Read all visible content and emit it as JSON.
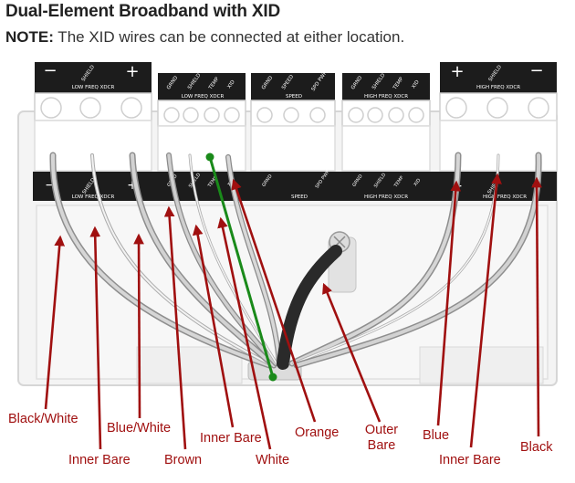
{
  "title": "Dual-Element Broadband with XID",
  "note": {
    "prefix": "NOTE:",
    "text": " The XID wires can be connected at either location."
  },
  "top_blocks": {
    "low_freq": {
      "minus": "−",
      "shield": "SHIELD",
      "plus": "+",
      "caption": "LOW FREQ XDCR"
    },
    "xid_low": {
      "pins": [
        "GRND",
        "SHIELD",
        "TEMP",
        "XID"
      ],
      "caption": "LOW FREQ XDCR"
    },
    "speed": {
      "pins": [
        "GRND",
        "SPEED",
        "SPD PWR"
      ],
      "caption": "SPEED"
    },
    "xid_high": {
      "pins": [
        "GRND",
        "SHIELD",
        "TEMP",
        "XID"
      ],
      "caption": "HIGH FREQ XDCR"
    },
    "high_freq": {
      "plus": "+",
      "shield": "SHIELD",
      "minus": "−",
      "caption": "HIGH FREQ XDCR"
    }
  },
  "lower_strip": {
    "low": {
      "minus": "−",
      "shield": "SHIELD",
      "plus": "+",
      "caption": "LOW FREQ XDCR"
    },
    "xid_low": {
      "pins": [
        "GRND",
        "SHIELD",
        "TEMP",
        "XID"
      ]
    },
    "speed": {
      "pins": [
        "GRND",
        "SPD PWR"
      ],
      "caption": "SPEED"
    },
    "xid_high": {
      "pins": [
        "GRND",
        "SHIELD",
        "TEMP",
        "XID"
      ],
      "caption": "HIGH FREQ XDCR"
    },
    "high": {
      "plus": "+",
      "shield": "SHIELD",
      "minus": "−",
      "caption": "HIGH FREQ XDCR"
    }
  },
  "labels": {
    "black_white": "Black/White",
    "inner_bare_1": "Inner Bare",
    "blue_white": "Blue/White",
    "brown": "Brown",
    "inner_bare_2": "Inner Bare",
    "white": "White",
    "orange": "Orange",
    "outer_bare_1": "Outer",
    "outer_bare_2": "Bare",
    "blue": "Blue",
    "inner_bare_3": "Inner Bare",
    "black": "Black"
  },
  "colors": {
    "arrow": "#a01010",
    "xid_wire": "#1a8a1a",
    "block_black": "#1c1c1c"
  }
}
